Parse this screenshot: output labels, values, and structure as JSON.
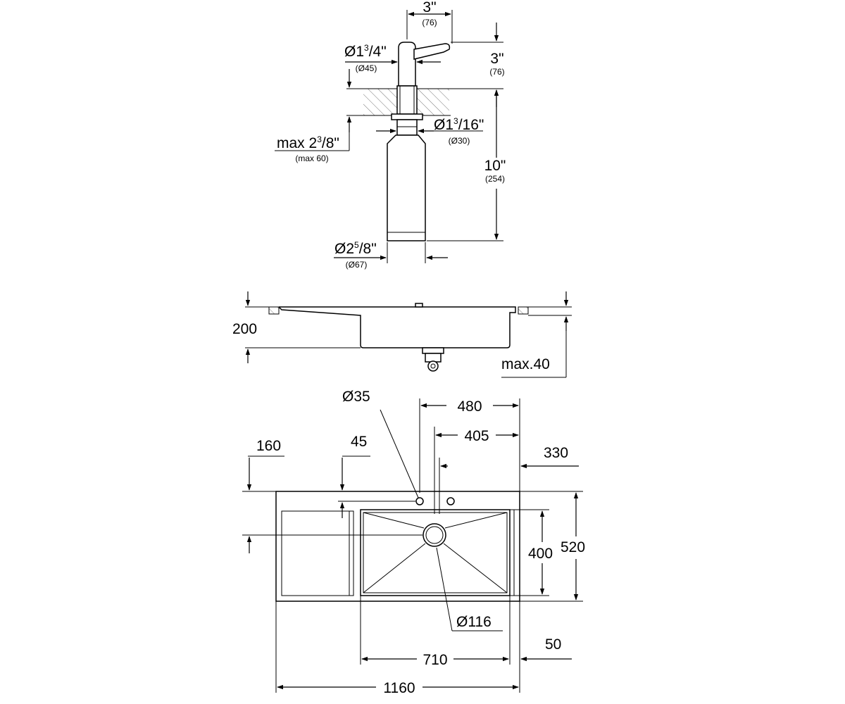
{
  "dispenser": {
    "width_in": "3\"",
    "width_mm": "(76)",
    "head_height_in": "3\"",
    "head_height_mm": "(76)",
    "head_dia_in_main": "Ø1",
    "head_dia_in_num": "3",
    "head_dia_in_den": "/4\"",
    "head_dia_mm": "(Ø45)",
    "shank_dia_in_main": "Ø1",
    "shank_dia_in_num": "3",
    "shank_dia_in_den": "/16\"",
    "shank_dia_mm": "(Ø30)",
    "max_thick_in_main": "max 2",
    "max_thick_in_num": "3",
    "max_thick_in_den": "/8\"",
    "max_thick_mm": "(max 60)",
    "bottle_height_in": "10\"",
    "bottle_height_mm": "(254)",
    "bottle_dia_in_main": "Ø2",
    "bottle_dia_in_num": "5",
    "bottle_dia_in_den": "/8\"",
    "bottle_dia_mm": "(Ø67)"
  },
  "sink_section": {
    "depth": "200",
    "max_thickness": "max.40"
  },
  "sink_plan": {
    "hole_dia": "Ø35",
    "dim_480": "480",
    "dim_405": "405",
    "dim_330": "330",
    "dim_160": "160",
    "dim_45": "45",
    "bowl_width": "400",
    "total_width": "520",
    "drain_dia": "Ø116",
    "bowl_length": "710",
    "dim_50": "50",
    "total_length": "1160"
  }
}
